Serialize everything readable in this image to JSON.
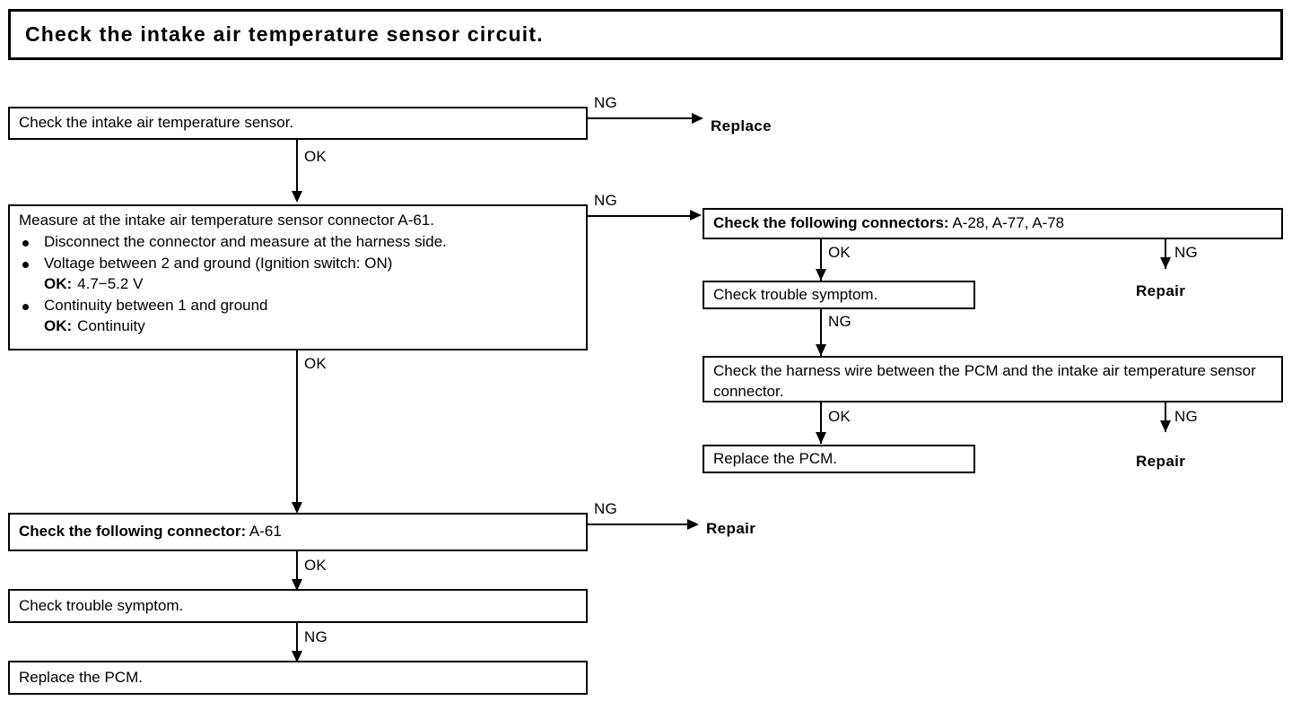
{
  "title": {
    "text": "Check the intake air temperature sensor circuit."
  },
  "nodes": {
    "check_sensor": "Check the intake air temperature sensor.",
    "measure_heading": "Measure at the intake air temperature sensor connector A-61.",
    "measure_bullet_1": "Disconnect the connector and measure at the harness side.",
    "measure_bullet_2": "Voltage between 2 and ground (Ignition switch: ON)",
    "measure_bullet_2_ok_label": "OK:",
    "measure_bullet_2_ok_value": "4.7−5.2 V",
    "measure_bullet_3": "Continuity between 1 and ground",
    "measure_bullet_3_ok_label": "OK:",
    "measure_bullet_3_ok_value": "Continuity",
    "check_connector_a61_strong": "Check the following connector:",
    "check_connector_a61_value": "A-61",
    "check_trouble_symptom_left": "Check trouble symptom.",
    "replace_pcm_left": "Replace the PCM.",
    "check_connectors_multi_strong": "Check the following connectors:",
    "check_connectors_multi_value": "A-28, A-77, A-78",
    "check_trouble_symptom_right": "Check trouble symptom.",
    "check_harness_wire": "Check the harness wire between the PCM and the intake air temperature sensor connector.",
    "replace_pcm_right": "Replace the PCM."
  },
  "terminals": {
    "replace": "Replace",
    "repair_top": "Repair",
    "repair_mid": "Repair",
    "repair_bottom": "Repair"
  },
  "edges": {
    "ng_sensor": "NG",
    "ok_sensor": "OK",
    "ng_measure": "NG",
    "ok_measure": "OK",
    "ng_connector_a61": "NG",
    "ok_connector_a61": "OK",
    "ng_trouble_left": "NG",
    "ok_connectors_multi": "OK",
    "ng_connectors_multi": "NG",
    "ng_trouble_right": "NG",
    "ok_harness": "OK",
    "ng_harness": "NG"
  },
  "colors": {
    "ink": "#000000",
    "paper": "#ffffff"
  }
}
